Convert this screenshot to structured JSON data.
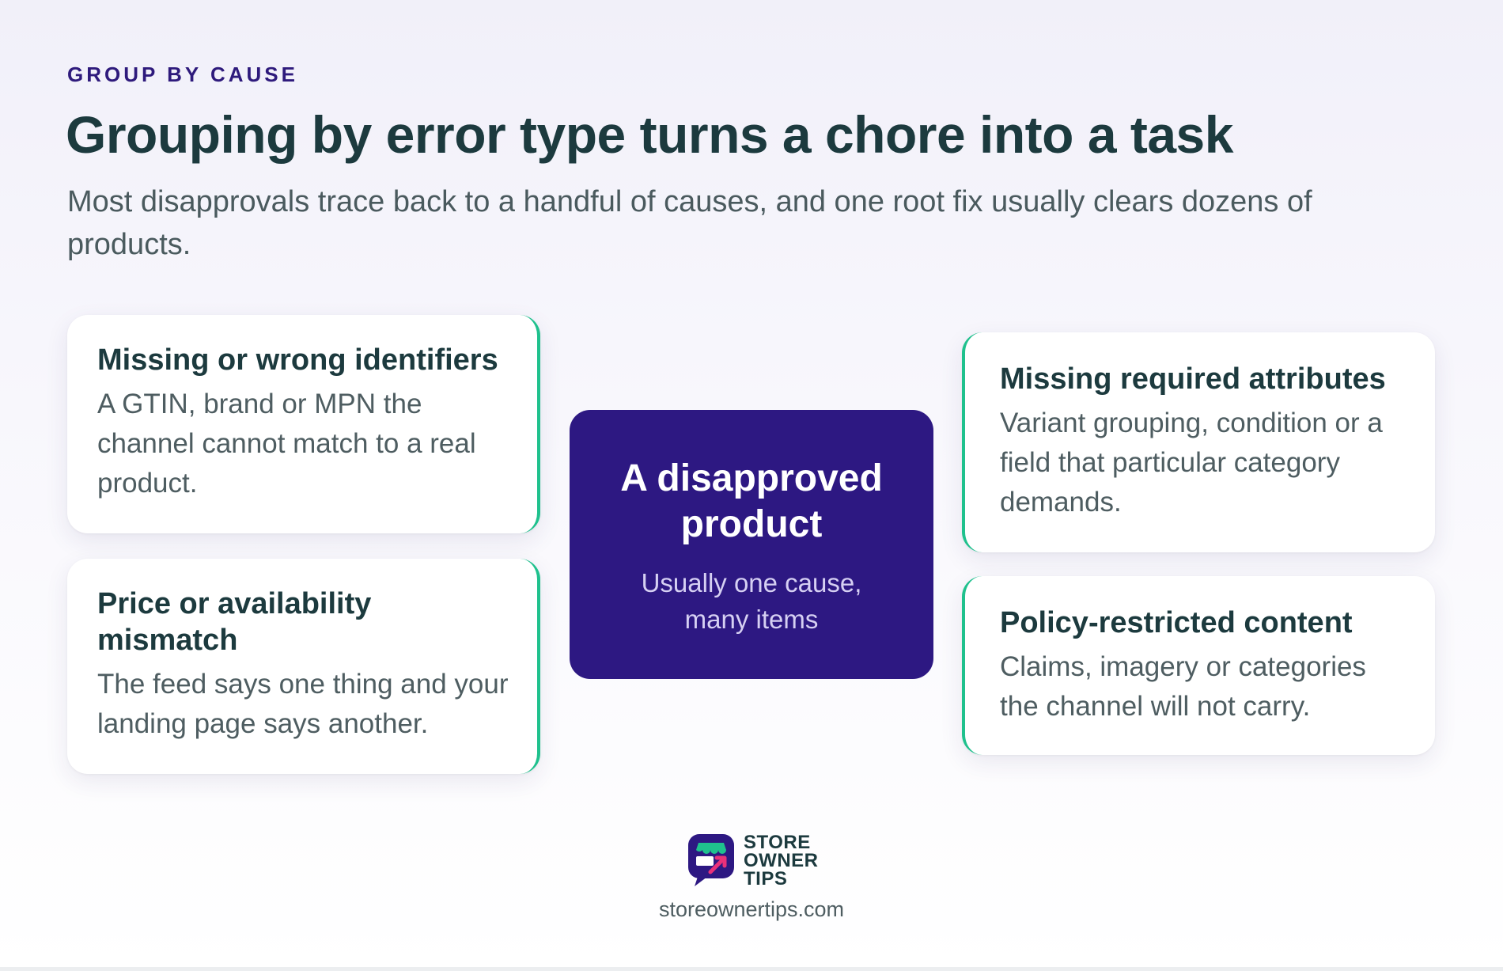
{
  "header": {
    "eyebrow": "GROUP BY CAUSE",
    "title": "Grouping by error type turns a chore into a task",
    "subtitle": "Most disapprovals trace back to a handful of causes, and one root fix usually clears dozens of products."
  },
  "center": {
    "title": "A disapproved product",
    "subtitle": "Usually one cause, many items"
  },
  "causes": [
    {
      "title": "Missing or wrong identifiers",
      "body": "A GTIN, brand or MPN the channel cannot match to a real product."
    },
    {
      "title": "Price or availability mismatch",
      "body": "The feed says one thing and your landing page says another."
    },
    {
      "title": "Missing required attributes",
      "body": "Variant grouping, condition or a field that particular category demands."
    },
    {
      "title": "Policy-restricted content",
      "body": "Claims, imagery or categories the channel will not carry."
    }
  ],
  "brand": {
    "line1": "STORE",
    "line2": "OWNER",
    "line3": "TIPS",
    "site": "storeownertips.com"
  },
  "colors": {
    "accent": "#1fc18d",
    "center_fill": "#2d1882",
    "eyebrow": "#2e1a7c",
    "heading": "#1c3a3e"
  }
}
